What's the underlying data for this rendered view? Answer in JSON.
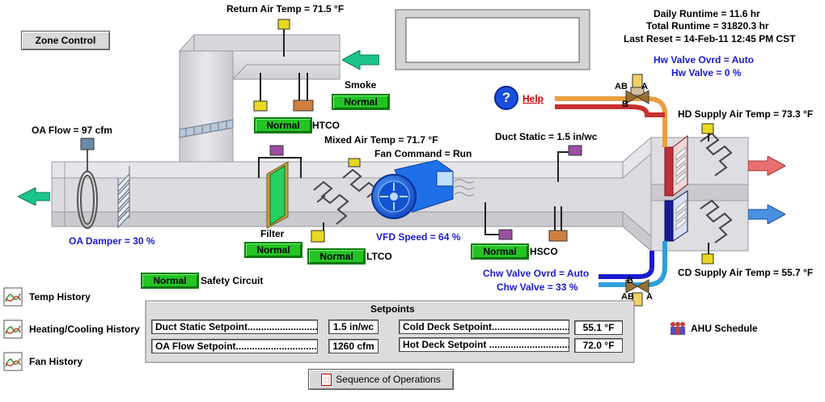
{
  "header": {
    "return_air_temp": "Return Air Temp = 71.5 °F",
    "daily_runtime": "Daily Runtime = 11.6 hr",
    "total_runtime": "Total Runtime = 31820.3 hr",
    "last_reset": "Last Reset = 14-Feb-11 12:45 PM CST"
  },
  "buttons": {
    "zone_control": "Zone Control",
    "help": "Help",
    "sequence": "Sequence of Operations"
  },
  "hw_valve": {
    "ovrd": "Hw Valve Ovrd = Auto",
    "position": "Hw Valve = 0 %",
    "port_ab": "AB",
    "port_a": "A",
    "port_b": "B"
  },
  "chw_valve": {
    "ovrd": "Chw Valve Ovrd = Auto",
    "position": "Chw Valve = 33 %",
    "port_ab": "AB",
    "port_a": "A",
    "port_b": "B"
  },
  "sensors": {
    "oa_flow": "OA Flow = 97 cfm",
    "oa_damper": "OA Damper = 30 %",
    "mixed_air_temp": "Mixed Air Temp = 71.7 °F",
    "fan_command": "Fan Command = Run",
    "duct_static": "Duct Static = 1.5 in/wc",
    "hd_supply_air_temp": "HD Supply Air Temp = 73.3 °F",
    "cd_supply_air_temp": "CD Supply Air Temp = 55.7 °F",
    "vfd_speed": "VFD Speed = 64 %"
  },
  "statuses": {
    "smoke_label": "Smoke",
    "smoke_value": "Normal",
    "htco_label": "HTCO",
    "htco_value": "Normal",
    "filter_label": "Filter",
    "filter_value": "Normal",
    "ltco_label": "LTCO",
    "ltco_value": "Normal",
    "hsco_label": "HSCO",
    "hsco_value": "Normal",
    "safety_label": "Safety Circuit",
    "safety_value": "Normal"
  },
  "history_links": [
    {
      "label": "Temp History"
    },
    {
      "label": "Heating/Cooling History"
    },
    {
      "label": "Fan History"
    }
  ],
  "setpoints": {
    "title": "Setpoints",
    "duct_static_label": "Duct Static Setpoint...............................",
    "duct_static_value": "1.5 in/wc",
    "oa_flow_label": "OA Flow Setpoint...............................",
    "oa_flow_value": "1260 cfm",
    "cold_deck_label": "Cold Deck Setpoint...............................",
    "cold_deck_value": "55.1 °F",
    "hot_deck_label": "Hot Deck Setpoint ...............................",
    "hot_deck_value": "72.0 °F"
  },
  "ahu_schedule": "AHU Schedule",
  "colors": {
    "status_green": "#23c423",
    "duct_gray": "#d7d7dc",
    "value_blue": "#1a1adc",
    "help_red": "#cc0000",
    "hot_pipe": "#d9432c",
    "cold_pipe": "#2f9fdb"
  }
}
